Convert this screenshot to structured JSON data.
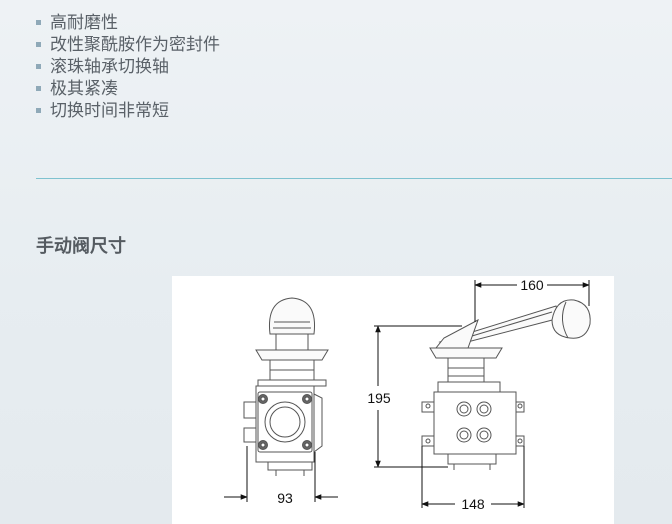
{
  "features": [
    "高耐磨性",
    "改性聚酰胺作为密封件",
    "滚珠轴承切换轴",
    "极其紧凑",
    "切换时间非常短"
  ],
  "section_title": "手动阀尺寸",
  "dimensions": {
    "handle_reach": "160",
    "height": "195",
    "front_width": "93",
    "side_width": "148"
  }
}
